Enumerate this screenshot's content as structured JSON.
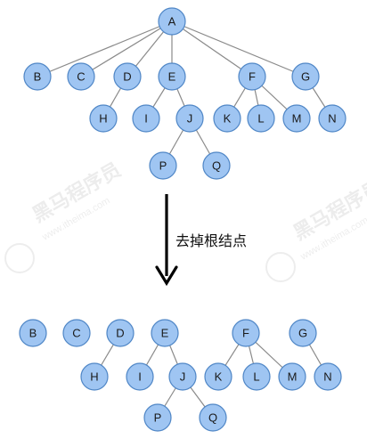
{
  "caption": "去掉根结点",
  "watermark": {
    "brand": "黑马程序员",
    "url": "www.itheima.com"
  },
  "before_tree": {
    "nodes": [
      "A",
      "B",
      "C",
      "D",
      "E",
      "F",
      "G",
      "H",
      "I",
      "J",
      "K",
      "L",
      "M",
      "N",
      "P",
      "Q"
    ],
    "edges": [
      [
        "A",
        "B"
      ],
      [
        "A",
        "C"
      ],
      [
        "A",
        "D"
      ],
      [
        "A",
        "E"
      ],
      [
        "A",
        "F"
      ],
      [
        "A",
        "G"
      ],
      [
        "D",
        "H"
      ],
      [
        "E",
        "I"
      ],
      [
        "E",
        "J"
      ],
      [
        "J",
        "P"
      ],
      [
        "J",
        "Q"
      ],
      [
        "F",
        "K"
      ],
      [
        "F",
        "L"
      ],
      [
        "F",
        "M"
      ],
      [
        "G",
        "N"
      ]
    ]
  },
  "after_forest": {
    "nodes": [
      "B",
      "C",
      "D",
      "E",
      "F",
      "G",
      "H",
      "I",
      "J",
      "K",
      "L",
      "M",
      "N",
      "P",
      "Q"
    ],
    "edges": [
      [
        "D",
        "H"
      ],
      [
        "E",
        "I"
      ],
      [
        "E",
        "J"
      ],
      [
        "J",
        "P"
      ],
      [
        "J",
        "Q"
      ],
      [
        "F",
        "K"
      ],
      [
        "F",
        "L"
      ],
      [
        "F",
        "M"
      ],
      [
        "G",
        "N"
      ]
    ]
  },
  "colors": {
    "node_fill": "#9fc5f2",
    "node_stroke": "#4f86c6",
    "edge": "#8a8a8a",
    "arrow": "#000000"
  }
}
